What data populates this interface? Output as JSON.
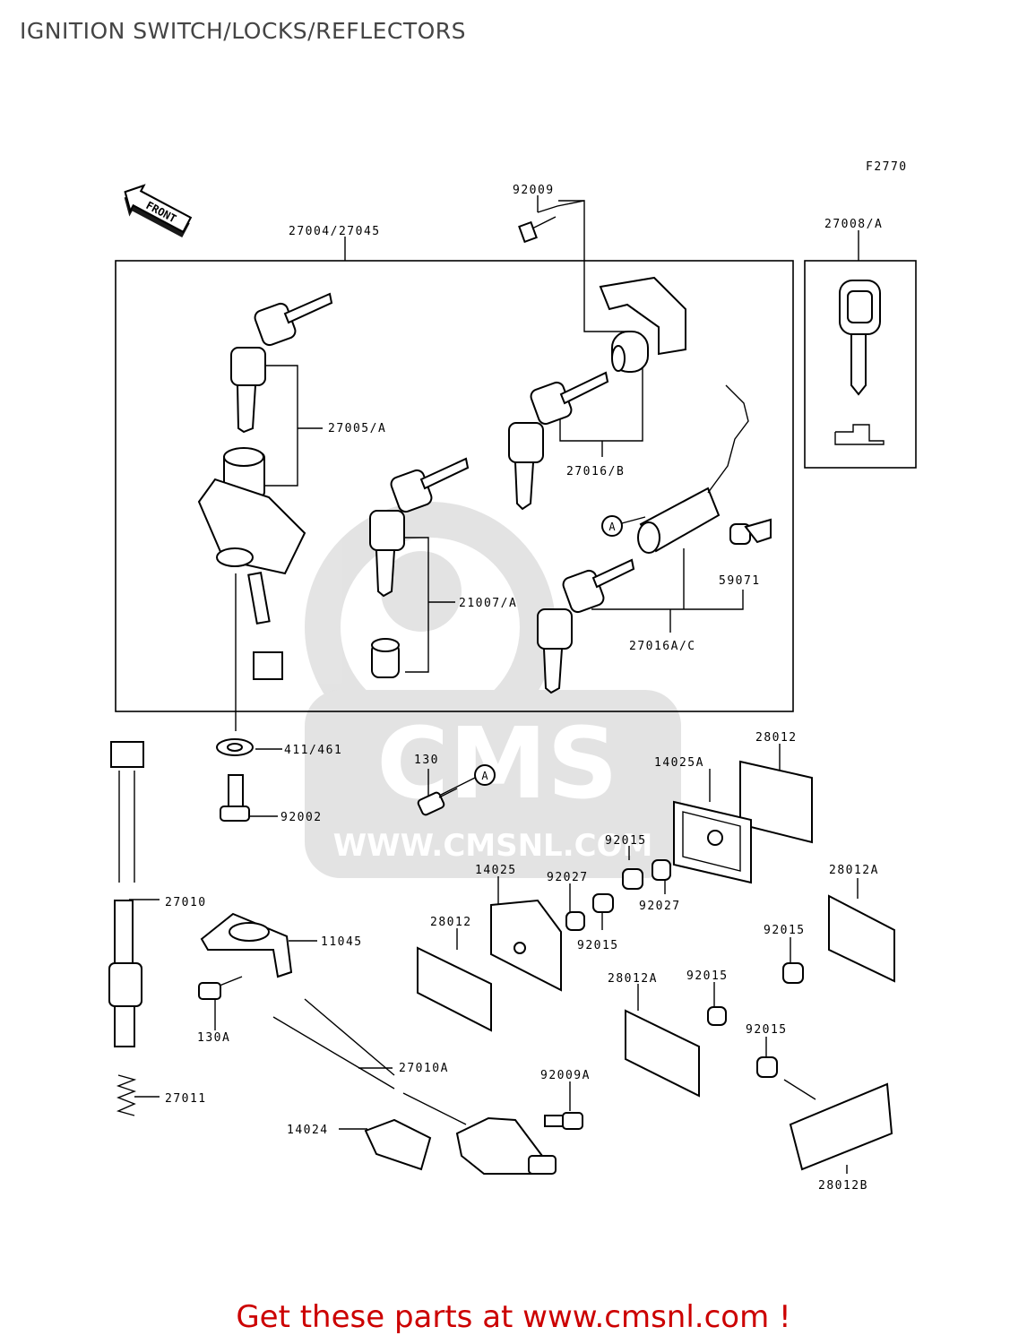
{
  "header": {
    "title": "IGNITION SWITCH/LOCKS/REFLECTORS"
  },
  "diagram": {
    "figure_code": "F2770",
    "front_arrow_label": "FRONT",
    "watermark": {
      "logo_text": "CMS",
      "url_text": "WWW.CMSNL.COM"
    },
    "callouts": [
      {
        "id": "c92009",
        "label": "92009"
      },
      {
        "id": "c27004",
        "label": "27004/27045"
      },
      {
        "id": "c27008",
        "label": "27008/A"
      },
      {
        "id": "c27005",
        "label": "27005/A"
      },
      {
        "id": "c27016b",
        "label": "27016/B"
      },
      {
        "id": "c21007",
        "label": "21007/A"
      },
      {
        "id": "c59071",
        "label": "59071"
      },
      {
        "id": "c27016ac",
        "label": "27016A/C"
      },
      {
        "id": "c411",
        "label": "411/461"
      },
      {
        "id": "c130",
        "label": "130"
      },
      {
        "id": "c92002",
        "label": "92002"
      },
      {
        "id": "c28012a",
        "label": "28012"
      },
      {
        "id": "c14025a",
        "label": "14025A"
      },
      {
        "id": "c92015a",
        "label": "92015"
      },
      {
        "id": "c14025",
        "label": "14025"
      },
      {
        "id": "c92027a",
        "label": "92027"
      },
      {
        "id": "c92027b",
        "label": "92027"
      },
      {
        "id": "c28012aa",
        "label": "28012A"
      },
      {
        "id": "c27010",
        "label": "27010"
      },
      {
        "id": "c28012b",
        "label": "28012"
      },
      {
        "id": "c92015b",
        "label": "92015"
      },
      {
        "id": "c11045",
        "label": "11045"
      },
      {
        "id": "c92015c",
        "label": "92015"
      },
      {
        "id": "c28012ab",
        "label": "28012A"
      },
      {
        "id": "c92015d",
        "label": "92015"
      },
      {
        "id": "c130a",
        "label": "130A"
      },
      {
        "id": "c92015e",
        "label": "92015"
      },
      {
        "id": "c27010a",
        "label": "27010A"
      },
      {
        "id": "c92009a",
        "label": "92009A"
      },
      {
        "id": "c27011",
        "label": "27011"
      },
      {
        "id": "c14024",
        "label": "14024"
      },
      {
        "id": "c28012bb",
        "label": "28012B"
      }
    ],
    "circle_markers": [
      {
        "id": "m1",
        "label": "A"
      },
      {
        "id": "m2",
        "label": "A"
      }
    ]
  },
  "footer": {
    "cta_text": "Get these parts at www.cmsnl.com !"
  }
}
